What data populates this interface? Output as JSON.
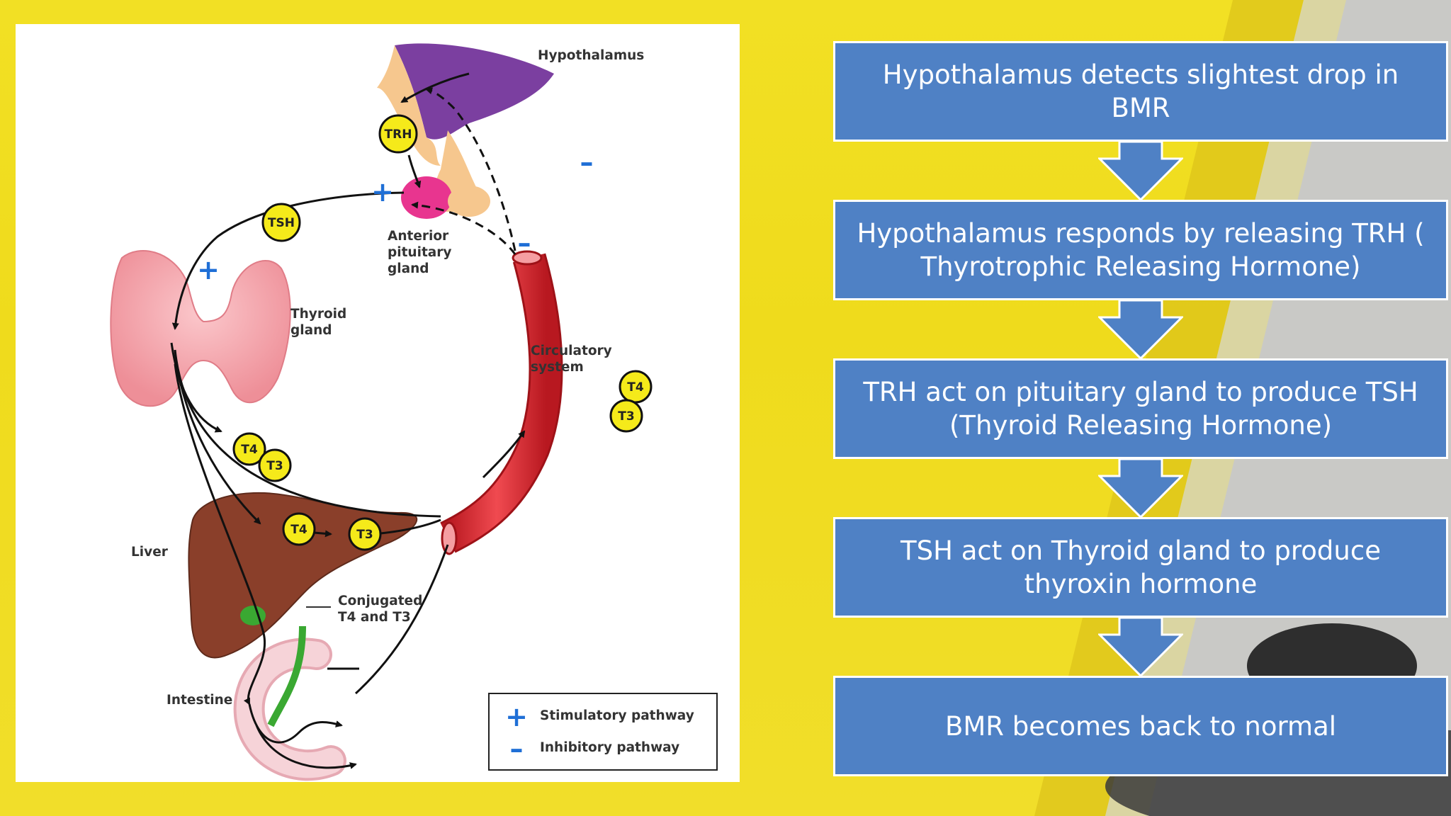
{
  "diagram": {
    "labels": {
      "hypothalamus": "Hypothalamus",
      "anterior_pituitary": [
        "Anterior",
        "pituitary",
        "gland"
      ],
      "thyroid_gland": [
        "Thyroid",
        "gland"
      ],
      "circulatory_system": [
        "Circulatory",
        "system"
      ],
      "liver": "Liver",
      "conjugated": [
        "Conjugated",
        "T4 and T3"
      ],
      "intestine": "Intestine"
    },
    "hormones": {
      "trh": "TRH",
      "tsh": "TSH",
      "t4": "T4",
      "t3": "T3"
    },
    "signs": {
      "plus": "+",
      "minus": "–"
    },
    "legend": {
      "stimulatory": "Stimulatory pathway",
      "inhibitory": "Inhibitory pathway"
    },
    "colors": {
      "hypothalamus": "#7b3fa0",
      "pituitary": "#e8358f",
      "thyroid": "#f2a3aa",
      "liver": "#8a3f2a",
      "vessel": "#e0252e",
      "hormone_fill": "#f5ea1a",
      "sign_blue": "#1f6fd6"
    }
  },
  "flowchart": {
    "steps": [
      "Hypothalamus detects slightest drop in BMR",
      "Hypothalamus responds by releasing TRH ( Thyrotrophic Releasing Hormone)",
      "TRH act on pituitary gland to produce TSH (Thyroid Releasing Hormone)",
      "TSH act on Thyroid gland to produce thyroxin hormone",
      "BMR becomes back to normal"
    ],
    "box_color": "#4f81c5"
  }
}
